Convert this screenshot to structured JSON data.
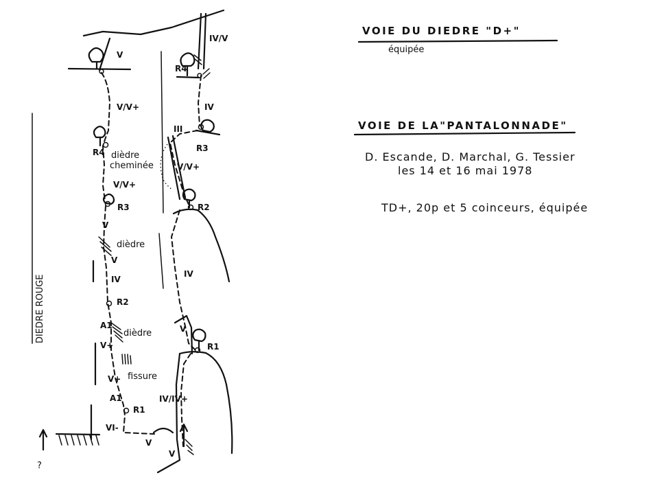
{
  "header": {
    "route1_title": "VOIE DU DIEDRE \"D+\"",
    "route1_note": "équipée",
    "route2_title": "VOIE DE LA\"PANTALONNADE\"",
    "authors": "D. Escande, D. Marchal, G. Tessier",
    "date": "les 14 et 16 mai 1978",
    "summary": "TD+, 20p et 5 coinceurs, équipée"
  },
  "side_label": "DIEDRE ROUGE",
  "question_mark": "?",
  "left_route": {
    "grades": [
      "V",
      "V/V+",
      "V/V+",
      "V",
      "V",
      "IV",
      "A1",
      "V+",
      "V+",
      "A1",
      "VI-",
      "V"
    ],
    "relays": [
      "R4",
      "R3",
      "R2",
      "R1"
    ],
    "features": [
      "dièdre",
      "cheminée",
      "dièdre",
      "dièdre",
      "fissure"
    ]
  },
  "right_route": {
    "grades": [
      "IV/V",
      "IV",
      "III",
      "V/V+",
      "IV",
      "V",
      "IV/IV+",
      "V"
    ],
    "relays": [
      "R4",
      "R3",
      "R2",
      "R1"
    ]
  }
}
